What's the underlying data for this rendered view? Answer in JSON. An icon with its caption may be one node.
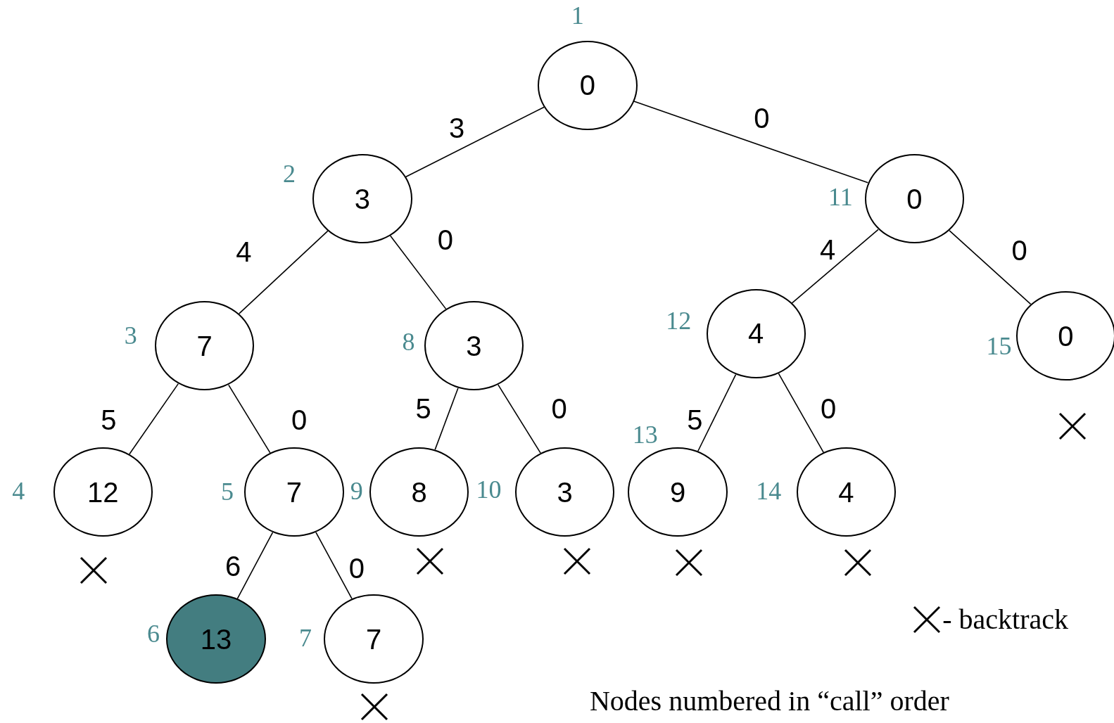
{
  "diagram": {
    "nodes": [
      {
        "text": [
          "0"
        ],
        "beside": [
          "1"
        ]
      },
      {
        "text": [
          "3"
        ],
        "beside": [
          "2"
        ]
      },
      {
        "text": [
          "0"
        ],
        "beside": [
          "11"
        ]
      },
      {
        "text": [
          "7"
        ],
        "beside": [
          "3"
        ]
      },
      {
        "text": [
          "3"
        ],
        "beside": [
          "8"
        ]
      },
      {
        "text": [
          "4"
        ],
        "beside": [
          "12"
        ]
      },
      {
        "text": [
          "0"
        ],
        "beside": [
          "15"
        ]
      },
      {
        "text": [
          "12"
        ],
        "beside": [
          "4"
        ]
      },
      {
        "text": [
          "7"
        ],
        "beside": [
          "5"
        ]
      },
      {
        "text": [
          "8"
        ],
        "beside": [
          "9"
        ]
      },
      {
        "text": [
          "3"
        ],
        "beside": [
          "10"
        ]
      },
      {
        "text": [
          "9"
        ],
        "beside": [
          "13"
        ]
      },
      {
        "text": [
          "4"
        ],
        "beside": [
          "14"
        ]
      },
      {
        "text": [
          "13"
        ],
        "beside": [
          "6"
        ]
      },
      {
        "text": [
          "7"
        ],
        "beside": [
          "7"
        ]
      }
    ],
    "edges": [
      {
        "from": 0,
        "to": 1,
        "arrow": "none",
        "label": "3"
      },
      {
        "from": 0,
        "to": 2,
        "arrow": "none",
        "label": "0"
      },
      {
        "from": 1,
        "to": 3,
        "arrow": "none",
        "label": "4"
      },
      {
        "from": 1,
        "to": 4,
        "arrow": "none",
        "label": "0"
      },
      {
        "from": 2,
        "to": 5,
        "arrow": "none",
        "label": "4"
      },
      {
        "from": 2,
        "to": 6,
        "arrow": "none",
        "label": "0"
      },
      {
        "from": 3,
        "to": 7,
        "arrow": "none",
        "label": "5"
      },
      {
        "from": 3,
        "to": 8,
        "arrow": "none",
        "label": "0"
      },
      {
        "from": 4,
        "to": 9,
        "arrow": "none",
        "label": "5"
      },
      {
        "from": 4,
        "to": 10,
        "arrow": "none",
        "label": "0"
      },
      {
        "from": 5,
        "to": 11,
        "arrow": "none",
        "label": "5"
      },
      {
        "from": 5,
        "to": 12,
        "arrow": "none",
        "label": "0"
      },
      {
        "from": 8,
        "to": 13,
        "arrow": "none",
        "label": "6"
      },
      {
        "from": 8,
        "to": 14,
        "arrow": "none",
        "label": "0"
      }
    ],
    "labels": [
      "Nodes numbered in “call” order"
    ],
    "legend": [
      {
        "text": "- backtrack"
      }
    ]
  }
}
